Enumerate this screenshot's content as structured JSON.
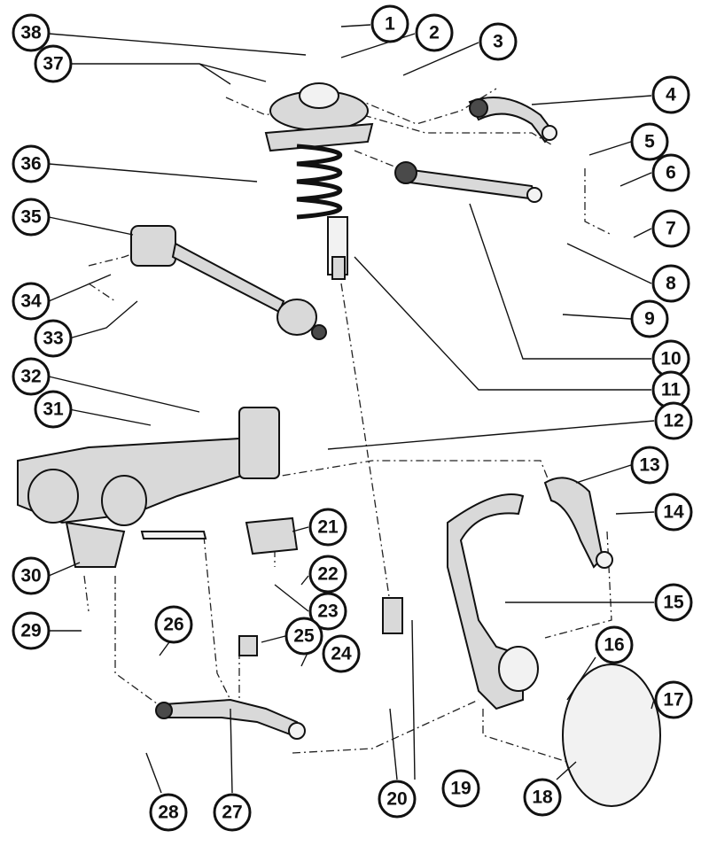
{
  "callouts": [
    "1",
    "2",
    "3",
    "4",
    "5",
    "6",
    "7",
    "8",
    "9",
    "10",
    "11",
    "12",
    "13",
    "14",
    "15",
    "16",
    "17",
    "18",
    "19",
    "20",
    "21",
    "22",
    "23",
    "24",
    "25",
    "26",
    "27",
    "28",
    "29",
    "30",
    "31",
    "32",
    "33",
    "34",
    "35",
    "36",
    "37",
    "38"
  ],
  "colors": {
    "ink": "#111111",
    "paper": "#ffffff",
    "metal": "#d9d9d9",
    "dark_metal": "#4a4a4a"
  }
}
